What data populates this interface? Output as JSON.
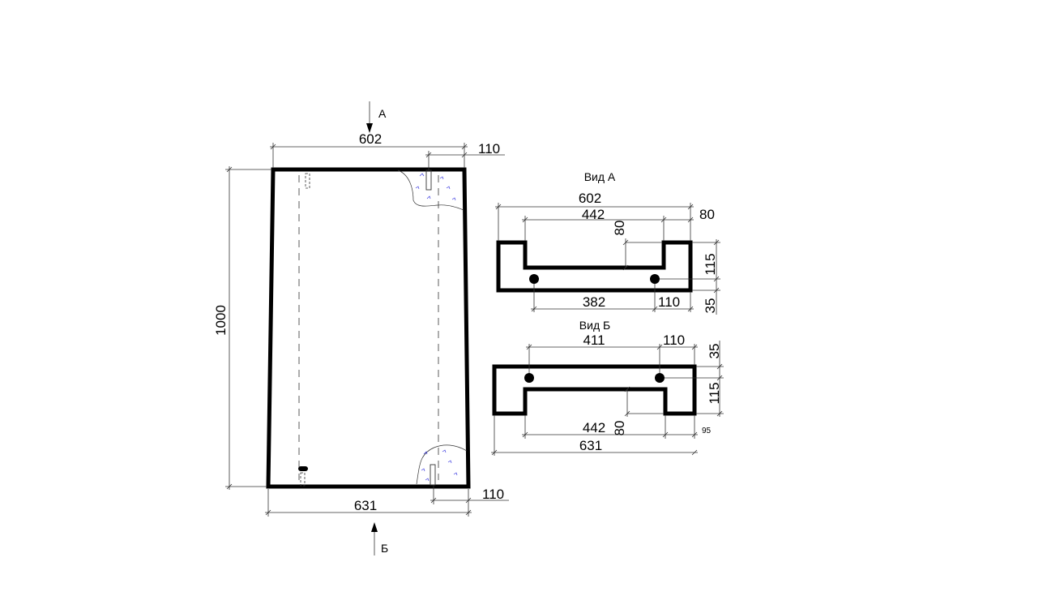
{
  "front_view": {
    "section_a_label": "А",
    "section_b_label": "Б",
    "top_width": "602",
    "top_offset": "110",
    "bottom_width": "631",
    "bottom_offset": "110",
    "height": "1000"
  },
  "view_a": {
    "title": "Вид А",
    "overall_width": "602",
    "inner_width": "442",
    "wall_width": "80",
    "groove_depth": "80",
    "height": "115",
    "hole_offset_v": "35",
    "hole_spacing": "382",
    "hole_edge": "110"
  },
  "view_b": {
    "title": "Вид Б",
    "hole_spacing": "411",
    "hole_edge": "110",
    "hole_offset_v": "35",
    "height": "115",
    "inner_width": "442",
    "groove_depth": "80",
    "wall_width": "95",
    "overall_width": "631"
  }
}
